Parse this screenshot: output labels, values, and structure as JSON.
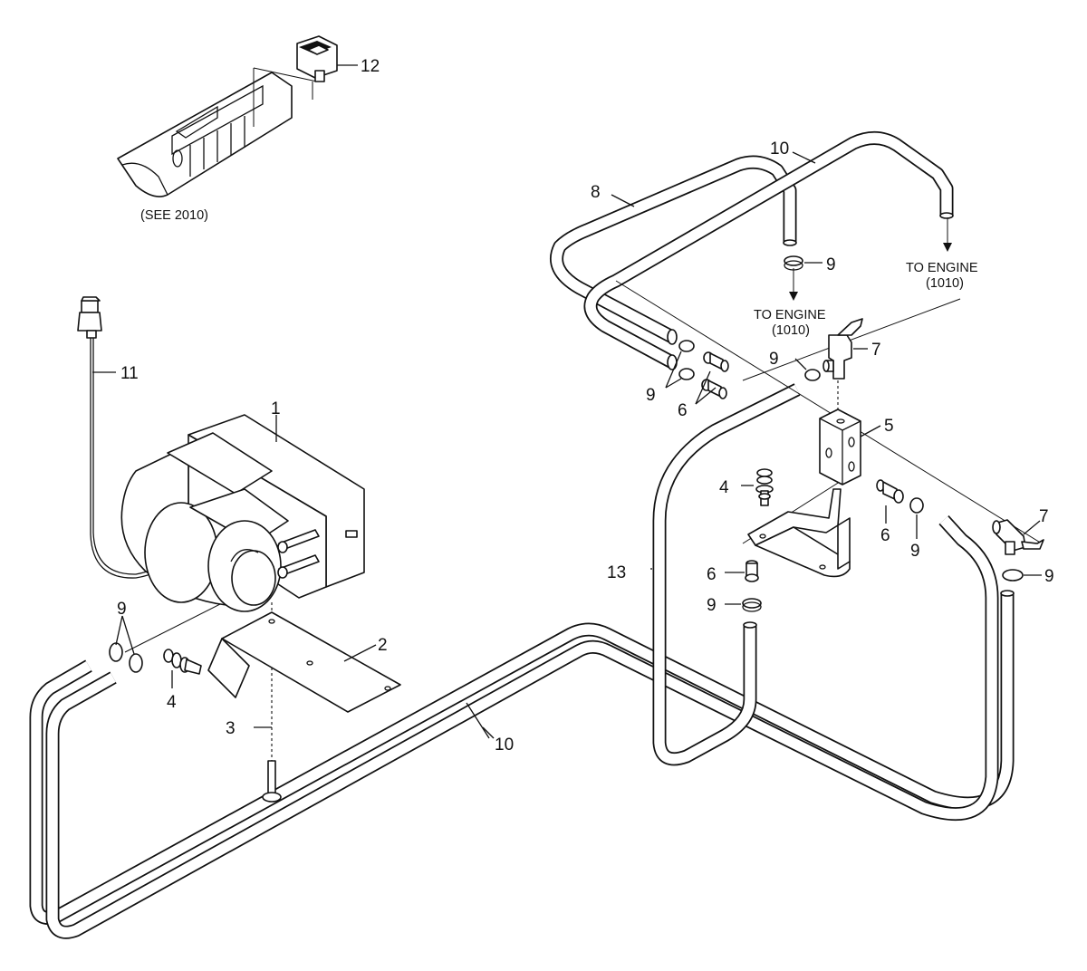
{
  "callouts": {
    "c1": "1",
    "c2": "2",
    "c3": "3",
    "c4a": "4",
    "c4b": "4",
    "c5": "5",
    "c6a": "6",
    "c6b": "6",
    "c6c": "6",
    "c7a": "7",
    "c7b": "7",
    "c8": "8",
    "c9a": "9",
    "c9b": "9",
    "c9c": "9",
    "c9d": "9",
    "c9e": "9",
    "c9f": "9",
    "c9g": "9",
    "c10a": "10",
    "c10b": "10",
    "c11": "11",
    "c12": "12",
    "c13": "13"
  },
  "notes": {
    "see_ref": "(SEE 2010)",
    "to_engine": "TO ENGINE",
    "engine_ref": "(1010)"
  }
}
